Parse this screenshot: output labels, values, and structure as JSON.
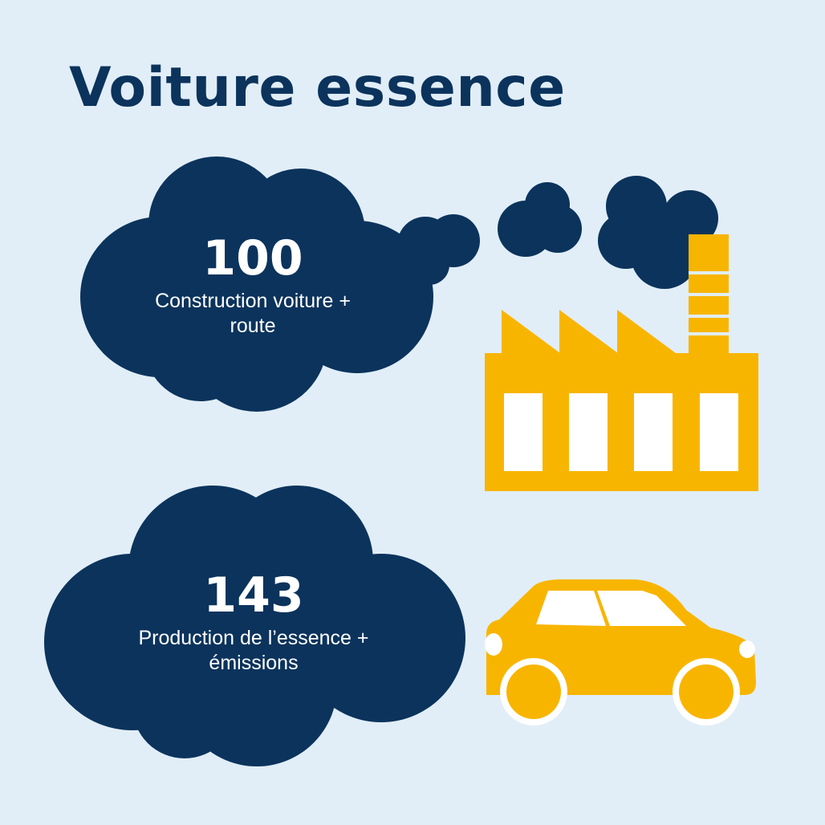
{
  "title": "Voiture essence",
  "items": [
    {
      "value": "100",
      "label_line1": "Construction voiture +",
      "label_line2": "route",
      "icon": "factory-icon"
    },
    {
      "value": "143",
      "label_line1": "Production de l’essence +",
      "label_line2": "émissions",
      "icon": "car-icon"
    }
  ],
  "colors": {
    "background": "#e1eef8",
    "navy": "#0b335c",
    "yellow": "#f8b500",
    "white": "#ffffff"
  }
}
